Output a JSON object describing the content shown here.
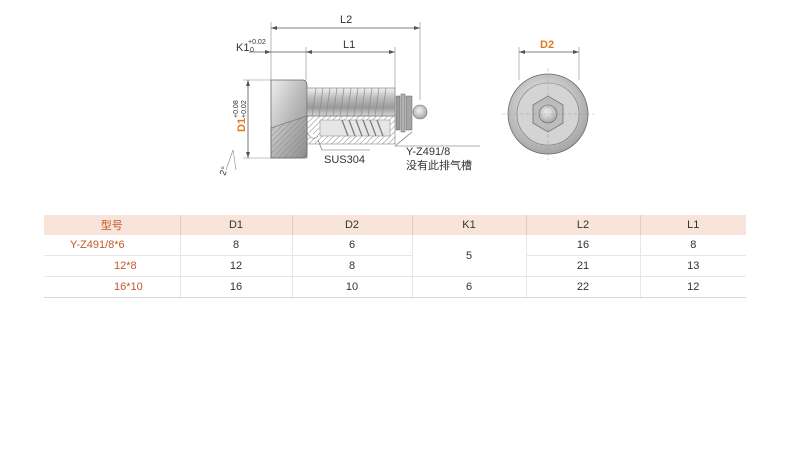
{
  "drawing": {
    "side_view": {
      "L2": "L2",
      "L1": "L1",
      "K1": "K1",
      "K1_upper_tol": "+0.02",
      "K1_lower_tol": "0",
      "D1": "D1",
      "D1_upper_tol": "+0.08",
      "D1_lower_tol": "+0.02",
      "angle": "2°",
      "material": "SUS304",
      "note_model": "Y-Z491/8",
      "note_text": "没有此排气槽"
    },
    "end_view": {
      "D2": "D2"
    },
    "colors": {
      "accent": "#e07a1f",
      "line": "#555555",
      "body_fill": "#c9c9c9"
    }
  },
  "table": {
    "headers": [
      "型号",
      "D1",
      "D2",
      "K1",
      "L2",
      "L1"
    ],
    "rows": [
      {
        "model": "Y-Z491/8*6",
        "D1": "8",
        "D2": "6",
        "L2": "16",
        "L1": "8"
      },
      {
        "model": "12*8",
        "D1": "12",
        "D2": "8",
        "L2": "21",
        "L1": "13"
      },
      {
        "model": "16*10",
        "D1": "16",
        "D2": "10",
        "K1": "6",
        "L2": "22",
        "L1": "12"
      }
    ],
    "k1_merged_rows_1_2": "5"
  }
}
